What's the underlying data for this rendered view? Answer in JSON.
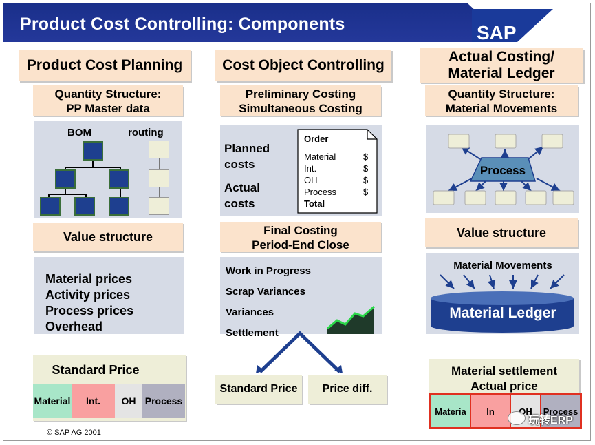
{
  "header": {
    "title": "Product Cost Controlling: Components",
    "logo": "SAP"
  },
  "col1": {
    "heading": "Product Cost Planning",
    "sub1": [
      "Quantity Structure:",
      "PP Master data"
    ],
    "bom_label": "BOM",
    "routing_label": "routing",
    "sub2": "Value structure",
    "prices": [
      "Material prices",
      "Activity prices",
      "Process prices",
      "Overhead"
    ],
    "standard_price": "Standard Price",
    "cells": [
      "Material",
      "Int.",
      "OH",
      "Process"
    ]
  },
  "col2": {
    "heading": "Cost Object Controlling",
    "sub1": [
      "Preliminary Costing",
      "Simultaneous Costing"
    ],
    "planned": [
      "Planned",
      "costs"
    ],
    "actual": [
      "Actual",
      "costs"
    ],
    "order": {
      "title": "Order",
      "rows": [
        {
          "label": "Material",
          "sym": "$"
        },
        {
          "label": "Int.",
          "sym": "$"
        },
        {
          "label": "OH",
          "sym": "$"
        },
        {
          "label": "Process",
          "sym": "$"
        }
      ],
      "total": "Total"
    },
    "sub2": [
      "Final Costing",
      "Period-End Close"
    ],
    "items": [
      "Work in Progress",
      "Scrap Variances",
      "Variances",
      "Settlement"
    ],
    "out_left": "Standard Price",
    "out_right": "Price diff."
  },
  "col3": {
    "heading": [
      "Actual Costing/",
      "Material Ledger"
    ],
    "sub1": [
      "Quantity Structure:",
      "Material Movements"
    ],
    "process": "Process",
    "sub2": "Value structure",
    "movements": "Material Movements",
    "ledger": "Material Ledger",
    "settlement": [
      "Material settlement",
      "Actual price"
    ],
    "cells": [
      "Materia",
      "In",
      "OH",
      "Process"
    ]
  },
  "footer": {
    "copyright": "© SAP AG 2001",
    "watermark": "玩转ERP"
  },
  "colors": {
    "title_bg": "#1a2f8a",
    "peach": "#fbe3cc",
    "panel_gray": "#d6dbe6",
    "node_blue": "#1e3f8f",
    "highlight_red": "#e03020"
  }
}
